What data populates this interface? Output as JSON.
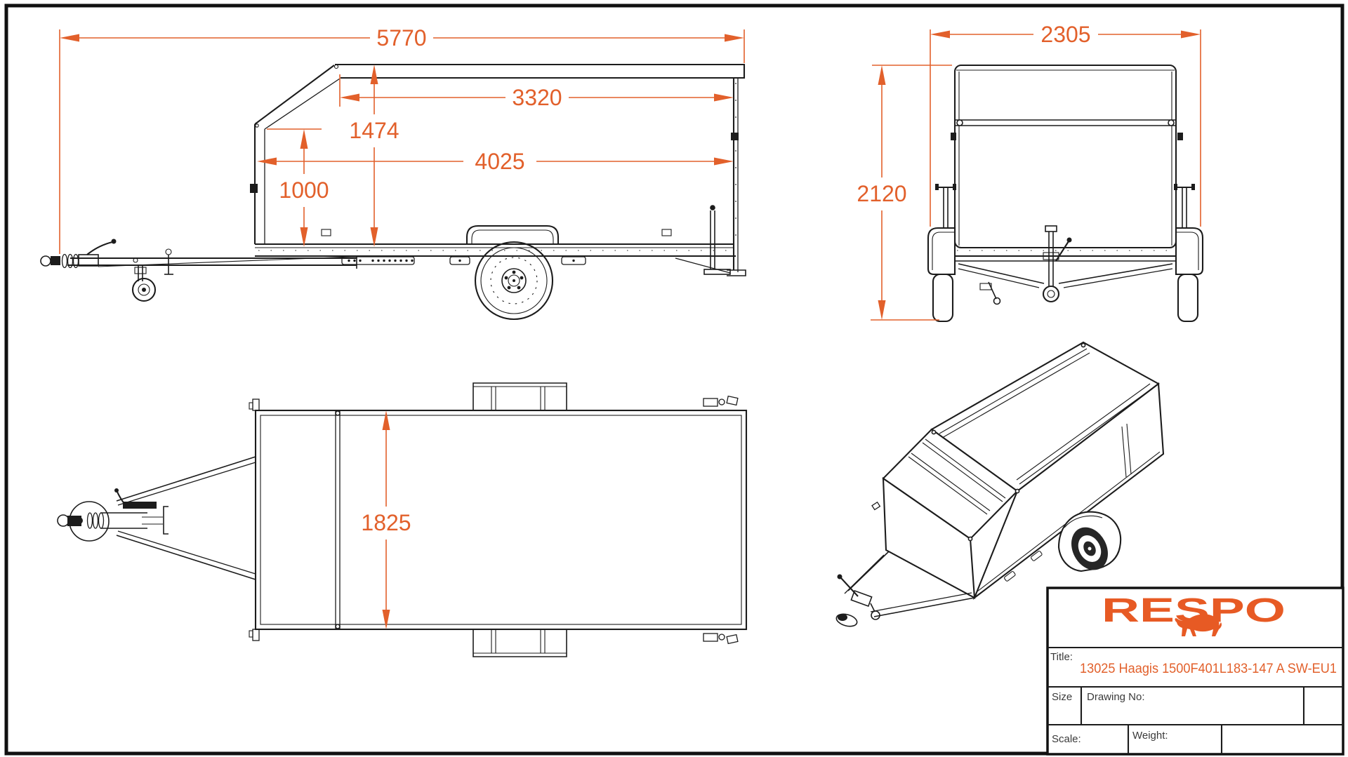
{
  "colors": {
    "line": "#1c1c1c",
    "accent": "#e2602b",
    "logo": "#e75a24"
  },
  "views": {
    "side": {
      "dims": {
        "overall_length": "5770",
        "roof_length": "3320",
        "inner_height_rear": "1474",
        "body_length": "4025",
        "inner_height_front": "1000"
      }
    },
    "rear": {
      "dims": {
        "overall_width": "2305",
        "overall_height": "2120"
      }
    },
    "top": {
      "dims": {
        "inner_width": "1825"
      }
    }
  },
  "title_block": {
    "brand": "RESPO",
    "title_label": "Title:",
    "title": "13025 Haagis 1500F401L183-147 A SW-EU1",
    "size_label": "Size",
    "drawing_no_label": "Drawing No:",
    "scale_label": "Scale:",
    "weight_label": "Weight:"
  }
}
